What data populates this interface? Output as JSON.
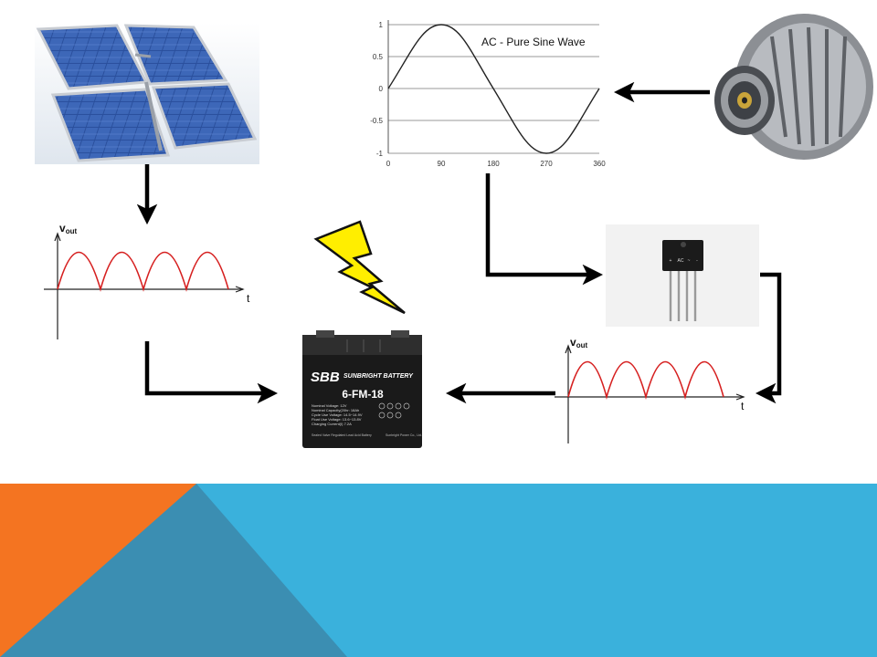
{
  "sine_chart": {
    "title": "AC - Pure Sine Wave",
    "x_ticks": [
      "0",
      "90",
      "180",
      "270",
      "360"
    ],
    "y_ticks": [
      "1",
      "0.5",
      "0",
      "-0.5",
      "-1"
    ]
  },
  "rectified_left": {
    "ylabel": "v",
    "ylabel_sub": "out",
    "xlabel": "t"
  },
  "rectified_right": {
    "ylabel": "v",
    "ylabel_sub": "out",
    "xlabel": "t"
  },
  "battery": {
    "brand_logo": "SBB",
    "brand_name": "SUNBRIGHT BATTERY",
    "model": "6-FM-18",
    "spec_lines": [
      "Nominal Voltage: 12V",
      "Nominal Capacity(20hr: 18Ah",
      "Cycle Use Voltage: 14.5~14.9V",
      "Float Use Voltage: 13.6~13.8V",
      "Charging Current(I) 7.2A"
    ],
    "footer_left": "Sealed Valve Regulated Lead Acid Battery",
    "footer_right": "Sunbright Power Co., Ltd."
  },
  "bridge_rectifier": {
    "pins": [
      "+",
      "AC",
      "~",
      "-"
    ]
  },
  "colors": {
    "waveform": "#d62020",
    "bolt": "#ffee00",
    "footer_blue": "#3ab1dc",
    "footer_orange": "#f47421",
    "footer_steel": "#3b8eb2"
  }
}
